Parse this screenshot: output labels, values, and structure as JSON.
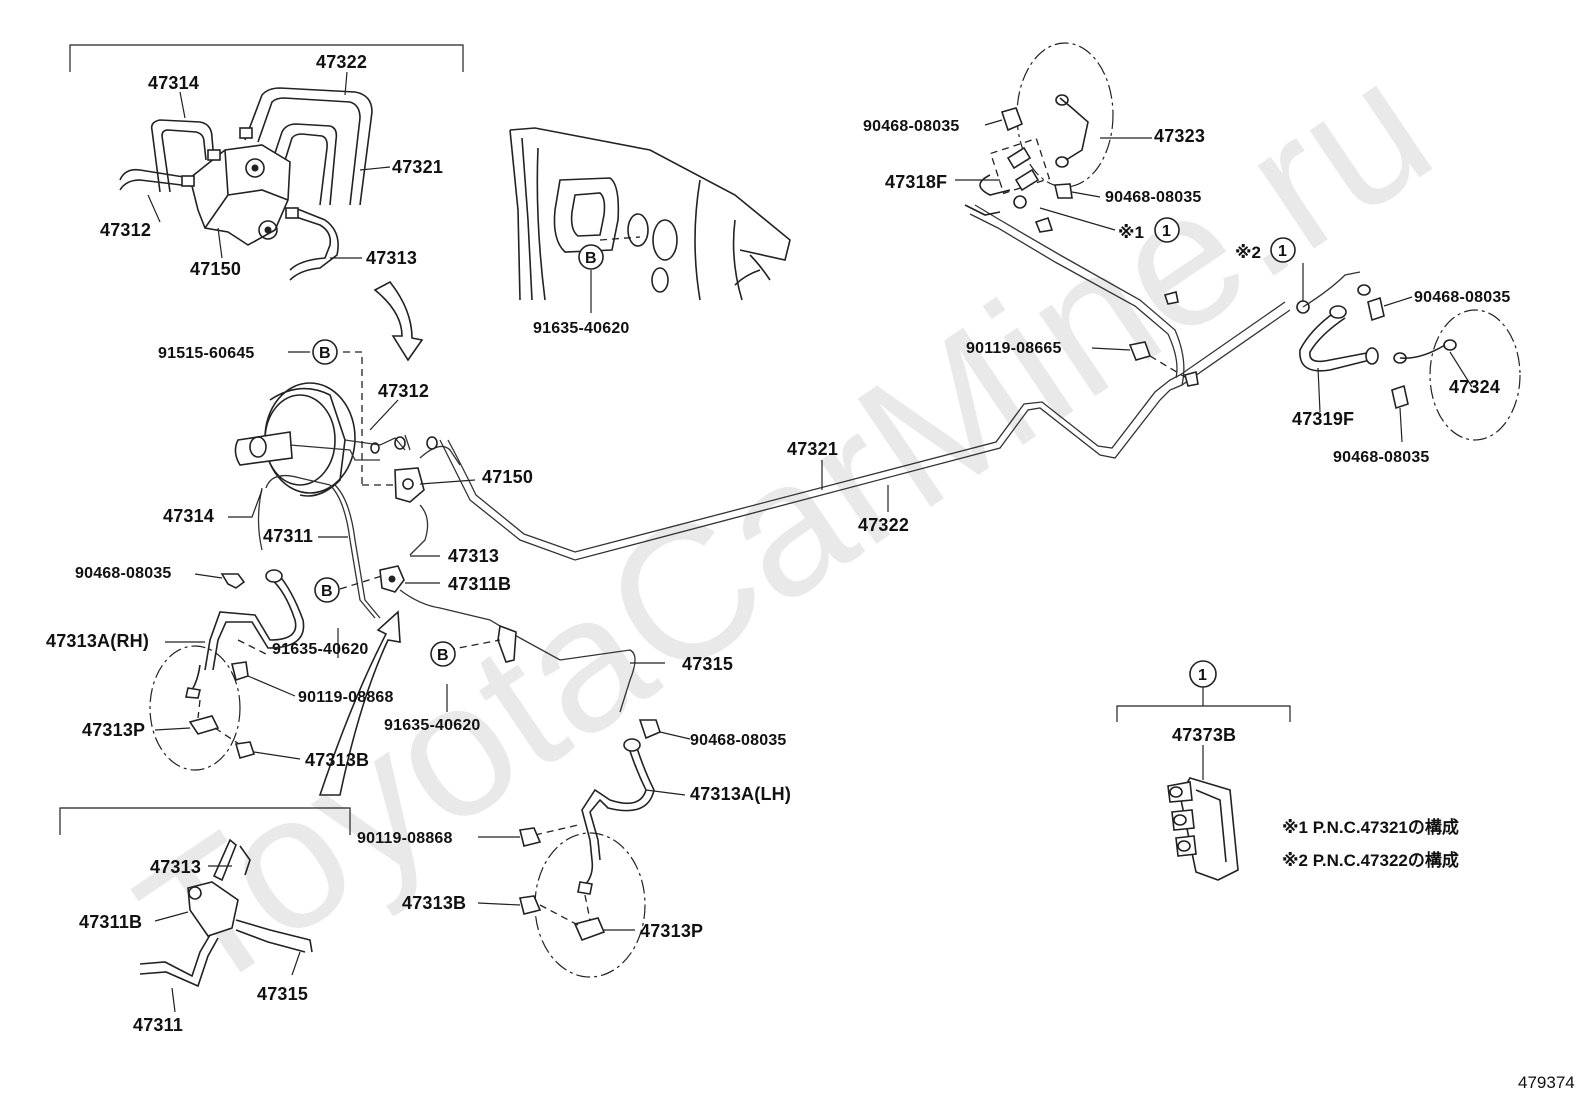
{
  "watermark": "ToyotaCarMine.ru",
  "ref_code": "479374",
  "labels": {
    "l47322_top": "47322",
    "l47314_top": "47314",
    "l47321_top": "47321",
    "l47312_top": "47312",
    "l47150_top": "47150",
    "l47313_top": "47313",
    "l91635_a": "91635-40620",
    "l91515": "91515-60645",
    "l47312_mid": "47312",
    "l47150_mid": "47150",
    "l47314_mid": "47314",
    "l47311_mid": "47311",
    "l47313_mid": "47313",
    "l47311B_mid": "47311B",
    "l90468_left": "90468-08035",
    "l47313A_RH": "47313A(RH)",
    "l91635_b": "91635-40620",
    "l90119_left": "90119-08868",
    "l47313P_left": "47313P",
    "l47313B_left": "47313B",
    "l91635_c": "91635-40620",
    "l47315_mid": "47315",
    "l90468_mid": "90468-08035",
    "l47313A_LH": "47313A(LH)",
    "l90119_mid": "90119-08868",
    "l47313B_low": "47313B",
    "l47313P_low": "47313P",
    "l47313_inset": "47313",
    "l47311B_inset": "47311B",
    "l47315_inset": "47315",
    "l47311_inset": "47311",
    "l47321_mid": "47321",
    "l47322_mid": "47322",
    "l90468_tr1": "90468-08035",
    "l47323": "47323",
    "l47318F": "47318F",
    "l90468_tr2": "90468-08035",
    "l_note1_ref": "※1",
    "l_note2_ref": "※2",
    "l90119_right": "90119-08665",
    "l90468_r1": "90468-08035",
    "l47324": "47324",
    "l47319F": "47319F",
    "l90468_r2": "90468-08035",
    "l47373B": "47373B",
    "circle_one": "1",
    "marker_b": "B"
  },
  "notes": {
    "note1": "※1 P.N.C.47321の構成",
    "note2": "※2 P.N.C.47322の構成"
  }
}
